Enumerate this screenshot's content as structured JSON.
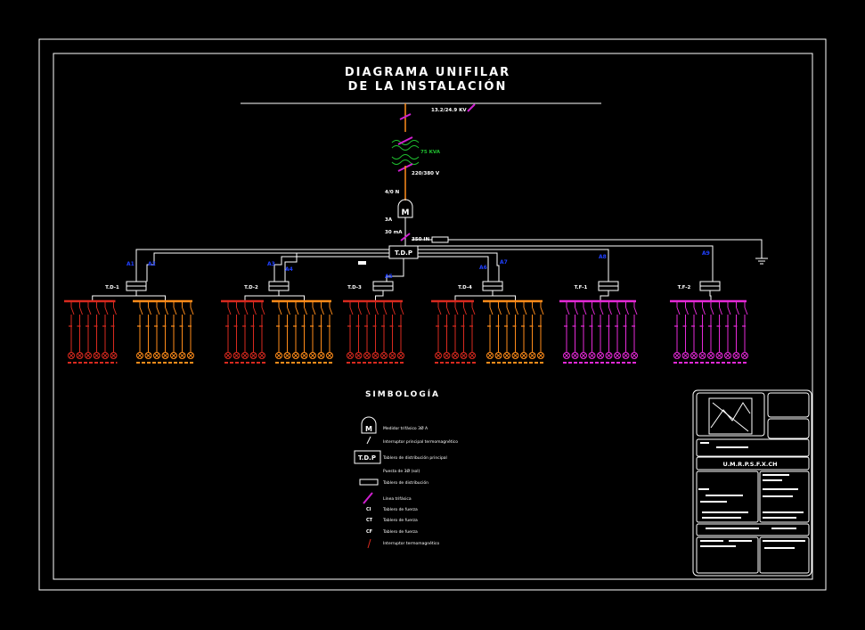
{
  "title": {
    "line1": "DIAGRAMA UNIFILAR",
    "line2": "DE LA INSTALACIÓN"
  },
  "supply": {
    "line_label": "13.2/24.9 KV",
    "transformer_rating": "75 KVA",
    "secondary_voltage": "220/380 V",
    "cable_label": "4/0 N",
    "meter_symbol": "M",
    "meter_rating": "3A",
    "breaker_rating": "30 mA",
    "feeder_label": "350 IN"
  },
  "main_board": {
    "label": "T.D.P"
  },
  "boards": [
    {
      "label": "T.D-1",
      "feeder_left": "A1",
      "feeder_right": "A2",
      "color_a": "#d92a1f",
      "color_b": "#ff8c1a"
    },
    {
      "label": "T.D-2",
      "feeder_left": "A3",
      "feeder_right": "A4",
      "color_a": "#d92a1f",
      "color_b": "#ff8c1a"
    },
    {
      "label": "T.D-3",
      "feeder_left": "A5",
      "feeder_right": "",
      "color_a": "#d92a1f",
      "color_b": "#ff8c1a"
    },
    {
      "label": "T.D-4",
      "feeder_left": "A6",
      "feeder_right": "A7",
      "color_a": "#d92a1f",
      "color_b": "#ff8c1a"
    },
    {
      "label": "T.F-1",
      "feeder_left": "A8",
      "feeder_right": "",
      "color_a": "#e62ad8",
      "color_b": "#e62ad8"
    },
    {
      "label": "T.F-2",
      "feeder_left": "A9",
      "feeder_right": "",
      "color_a": "#e62ad8",
      "color_b": "#e62ad8"
    }
  ],
  "legend": {
    "heading": "SIMBOLOGÍA",
    "meter_symbol": "M",
    "tdp_symbol": "T.D.P",
    "items": [
      "Medidor trifásico 3Ø A",
      "Interruptor principal termomagnético",
      "Tablero de distribución principal",
      "Puesta de 3Ø (sol)",
      "Tablero de distribución",
      "Línea trifásica",
      "Tablero de fuerza",
      "Tablero de fuerza",
      "Tablero de fuerza",
      "Interruptor termomagnético"
    ],
    "codes": [
      "CI",
      "CT",
      "CF"
    ]
  },
  "title_block": {
    "org": "U.M.R.P.S.F.X.CH"
  },
  "colors": {
    "background": "#000000",
    "line": "#ffffff",
    "supply": "#ff8c1a",
    "transformer": "#1fbf2f",
    "phase_mark": "#d020d0",
    "feeder_label": "#2040ff",
    "circuit_red": "#d92a1f",
    "circuit_orange": "#ff8c1a",
    "circuit_magenta": "#e62ad8"
  }
}
